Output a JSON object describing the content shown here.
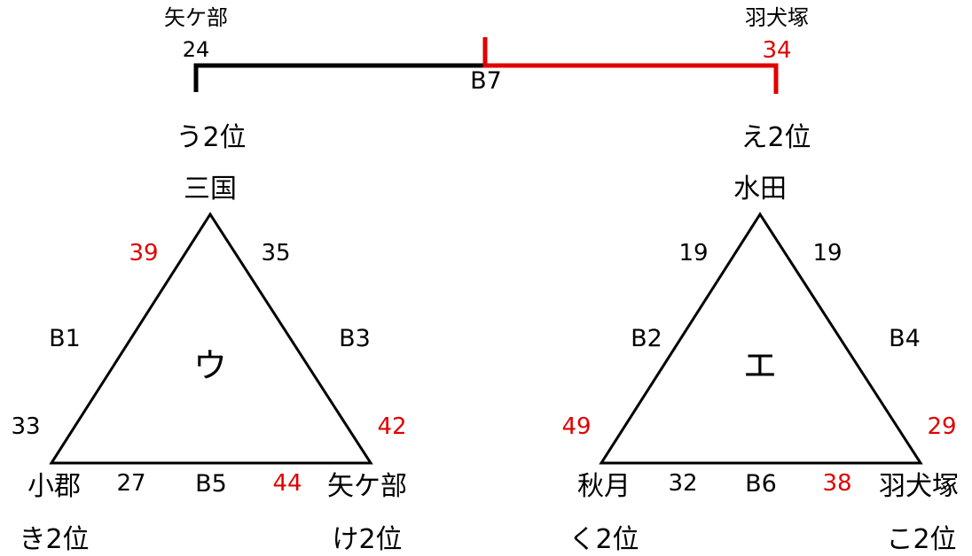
{
  "colors": {
    "line": "#000000",
    "highlight": "#e00000"
  },
  "final": {
    "match_label": "B7",
    "left_team": "矢ケ部",
    "left_score": "24",
    "right_team": "羽犬塚",
    "right_score": "34",
    "winner": "right"
  },
  "groups": [
    {
      "name": "ウ",
      "top_team": "三国",
      "top_rank": "う2位",
      "left_team": "小郡",
      "left_rank": "き2位",
      "right_team": "矢ケ部",
      "right_rank": "け2位",
      "left_edge": {
        "match": "B1",
        "score_top_end": "39",
        "score_bottom_end": "33"
      },
      "right_edge": {
        "match": "B3",
        "score_top_end": "35",
        "score_bottom_end": "42"
      },
      "bottom_edge": {
        "match": "B5",
        "score_left_end": "27",
        "score_right_end": "44"
      }
    },
    {
      "name": "エ",
      "top_team": "水田",
      "top_rank": "え2位",
      "left_team": "秋月",
      "left_rank": "く2位",
      "right_team": "羽犬塚",
      "right_rank": "こ2位",
      "left_edge": {
        "match": "B2",
        "score_top_end": "19",
        "score_bottom_end": "49"
      },
      "right_edge": {
        "match": "B4",
        "score_top_end": "19",
        "score_bottom_end": "29"
      },
      "bottom_edge": {
        "match": "B6",
        "score_left_end": "32",
        "score_right_end": "38"
      }
    }
  ]
}
